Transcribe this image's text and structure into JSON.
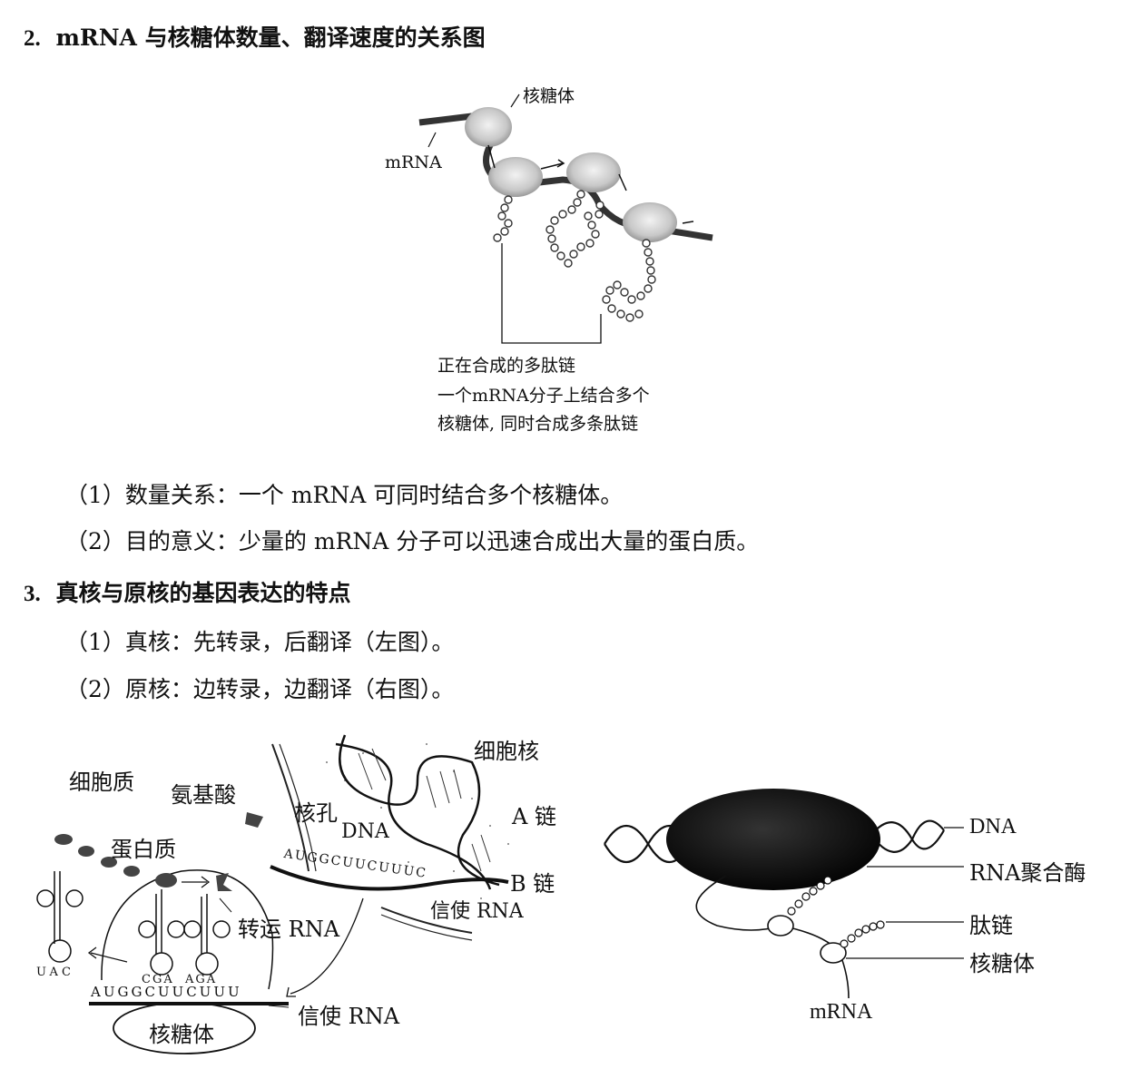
{
  "section2": {
    "number": "2.",
    "title": "mRNA 与核糖体数量、翻译速度的关系图"
  },
  "figure1": {
    "label_ribosome": "核糖体",
    "label_mrna": "mRNA",
    "caption_line1": "正在合成的多肽链",
    "caption_line2": "一个mRNA分子上结合多个",
    "caption_line3": "核糖体, 同时合成多条肽链"
  },
  "section2_points": [
    "（1）数量关系：一个 mRNA 可同时结合多个核糖体。",
    "（2）目的意义：少量的 mRNA 分子可以迅速合成出大量的蛋白质。"
  ],
  "section3": {
    "number": "3.",
    "title": "真核与原核的基因表达的特点",
    "points": [
      "（1）真核：先转录，后翻译（左图）。",
      "（2）原核：边转录，边翻译（右图）。"
    ]
  },
  "figure_left": {
    "cytoplasm": "细胞质",
    "amino_acid": "氨基酸",
    "protein": "蛋白质",
    "nuclear_pore": "核孔",
    "nucleus": "细胞核",
    "dna": "DNA",
    "a_chain": "A 链",
    "b_chain": "B 链",
    "mrna_top": "信使 RNA",
    "trna": "转运 RNA",
    "mrna_bottom": "信使 RNA",
    "ribosome": "核糖体",
    "codons_nuclear": "AUGGCUUCUUUC",
    "codons_ribosome": "AUGGCUUCUUU",
    "anticodon1": "UAC",
    "anticodon2": "CGA",
    "anticodon3": "AGA"
  },
  "figure_right": {
    "dna": "DNA",
    "rna_polymerase": "RNA聚合酶",
    "peptide": "肽链",
    "ribosome": "核糖体",
    "mrna": "mRNA"
  }
}
